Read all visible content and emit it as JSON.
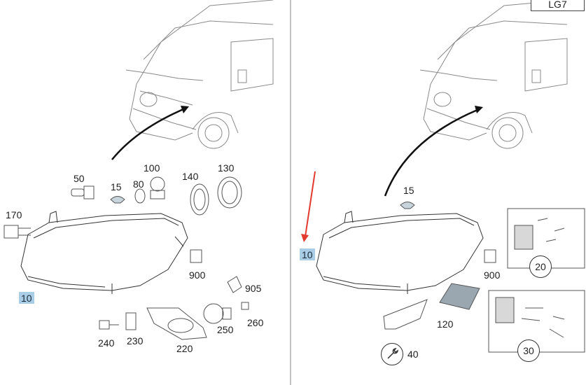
{
  "corner_code": "LG7",
  "left_panel": {
    "reference_label": "10",
    "parts": {
      "p50": "50",
      "p15": "15",
      "p100": "100",
      "p80": "80",
      "p140": "140",
      "p130": "130",
      "p170": "170",
      "p900": "900",
      "p905": "905",
      "p260": "260",
      "p250": "250",
      "p240": "240",
      "p230": "230",
      "p220": "220"
    }
  },
  "right_panel": {
    "reference_label": "10",
    "parts": {
      "p15": "15",
      "p900": "900",
      "p120": "120",
      "p40": "40",
      "p20": "20",
      "p30": "30"
    }
  },
  "colors": {
    "highlight": "#a9cde4",
    "arrow_red": "#e23a2e",
    "line": "#555555"
  }
}
